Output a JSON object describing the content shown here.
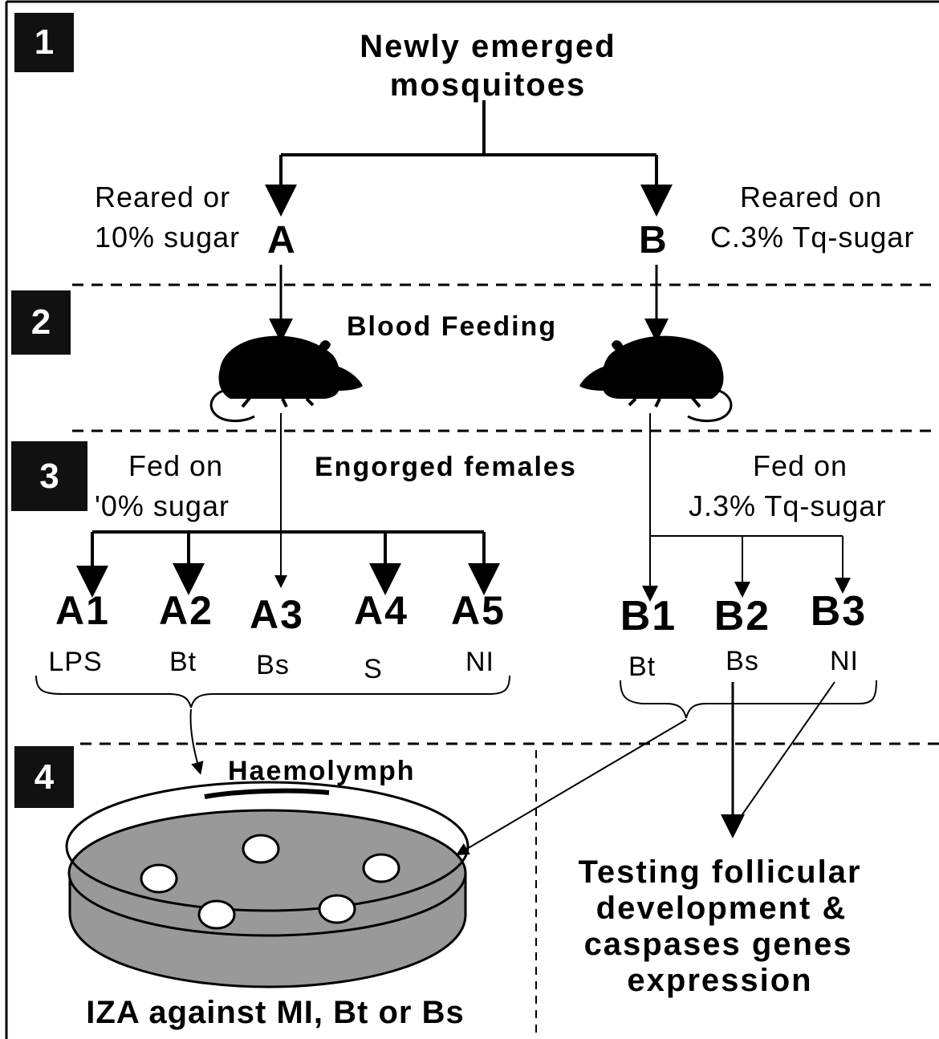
{
  "steps": [
    "1",
    "2",
    "3",
    "4"
  ],
  "start": {
    "line1": "Newly emerged",
    "line2": "mosquitoes"
  },
  "group_a": {
    "label": "A",
    "note_line1": "Reared or",
    "note_line2": "10% sugar"
  },
  "group_b": {
    "label": "B",
    "note_line1": "Reared on",
    "note_line2": "C.3% Tq-sugar"
  },
  "blood_feeding": "Blood Feeding",
  "engorged": "Engorged females",
  "fed_a": {
    "line1": "Fed on",
    "line2": "'0% sugar"
  },
  "fed_b": {
    "line1": "Fed on",
    "line2": "J.3% Tq-sugar"
  },
  "subgroups_a": [
    {
      "id": "A1",
      "treatment": "LPS"
    },
    {
      "id": "A2",
      "treatment": "Bt"
    },
    {
      "id": "A3",
      "treatment": "Bs"
    },
    {
      "id": "A4",
      "treatment": "S"
    },
    {
      "id": "A5",
      "treatment": "NI"
    }
  ],
  "subgroups_b": [
    {
      "id": "B1",
      "treatment": "Bt"
    },
    {
      "id": "B2",
      "treatment": "Bs"
    },
    {
      "id": "B3",
      "treatment": "NI"
    }
  ],
  "haemolymph": "Haemolymph",
  "izа_label": "IZA against MI, Bt or Bs",
  "testing": {
    "line1": "Testing follicular",
    "line2": "development &",
    "line3": "caspases genes",
    "line4": "expression"
  },
  "icons": [
    "rat-icon",
    "petri-dish-icon"
  ],
  "colors": {
    "ink": "#000000",
    "box": "#111111",
    "dish_fill": "#888888"
  }
}
